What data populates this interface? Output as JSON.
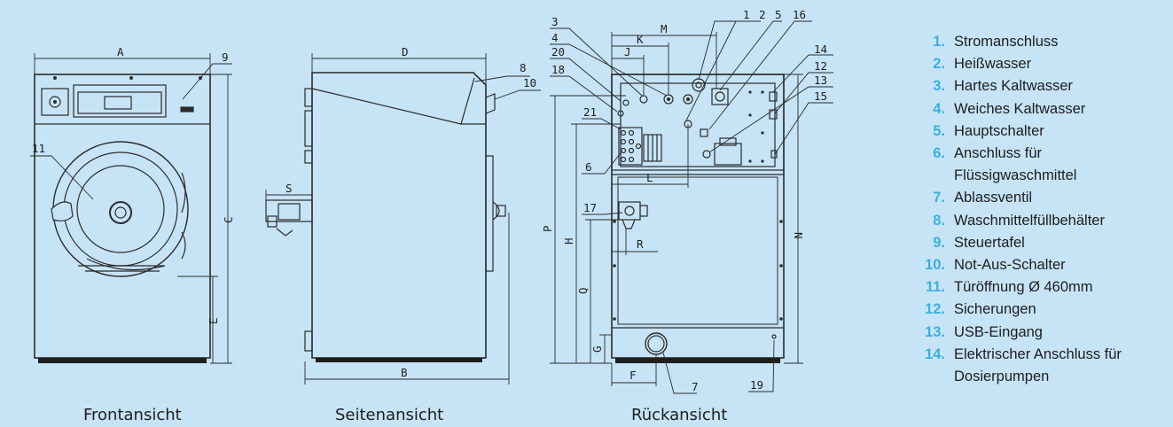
{
  "views": {
    "front": "Frontansicht",
    "side": "Seitenansicht",
    "rear": "Rückansicht"
  },
  "legend": [
    {
      "num": "1.",
      "text": "Stromanschluss"
    },
    {
      "num": "2.",
      "text": "Heißwasser"
    },
    {
      "num": "3.",
      "text": "Hartes Kaltwasser"
    },
    {
      "num": "4.",
      "text": "Weiches Kaltwasser"
    },
    {
      "num": "5.",
      "text": "Hauptschalter"
    },
    {
      "num": "6.",
      "text": "Anschluss für Flüssigwaschmittel"
    },
    {
      "num": "7.",
      "text": "Ablassventil"
    },
    {
      "num": "8.",
      "text": "Waschmittelfüllbehälter"
    },
    {
      "num": "9.",
      "text": "Steuertafel"
    },
    {
      "num": "10.",
      "text": "Not-Aus-Schalter"
    },
    {
      "num": "11.",
      "text": "Türöffnung Ø 460mm"
    },
    {
      "num": "12.",
      "text": "Sicherungen"
    },
    {
      "num": "13.",
      "text": "USB-Eingang"
    },
    {
      "num": "14.",
      "text": "Elektrischer Anschluss für Dosierpumpen"
    }
  ],
  "labels": {
    "dim_a": "A",
    "dim_b": "B",
    "dim_c": "C",
    "dim_d": "D",
    "dim_e": "E",
    "dim_f": "F",
    "dim_g": "G",
    "dim_h": "H",
    "dim_j": "J",
    "dim_k": "K",
    "dim_l": "L",
    "dim_m": "M",
    "dim_n": "N",
    "dim_p": "P",
    "dim_q": "Q",
    "dim_r": "R",
    "dim_s": "S",
    "c1": "1",
    "c2": "2",
    "c3": "3",
    "c4": "4",
    "c5": "5",
    "c6": "6",
    "c7": "7",
    "c8": "8",
    "c9": "9",
    "c10": "10",
    "c11": "11",
    "c12": "12",
    "c13": "13",
    "c14": "14",
    "c15": "15",
    "c16": "16",
    "c17": "17",
    "c18": "18",
    "c19": "19",
    "c20": "20",
    "c21": "21"
  },
  "colors": {
    "background": "#c6e4f6",
    "legend_number": "#3bb0df",
    "line": "#2b2b2b",
    "text": "#1d1d1d"
  }
}
